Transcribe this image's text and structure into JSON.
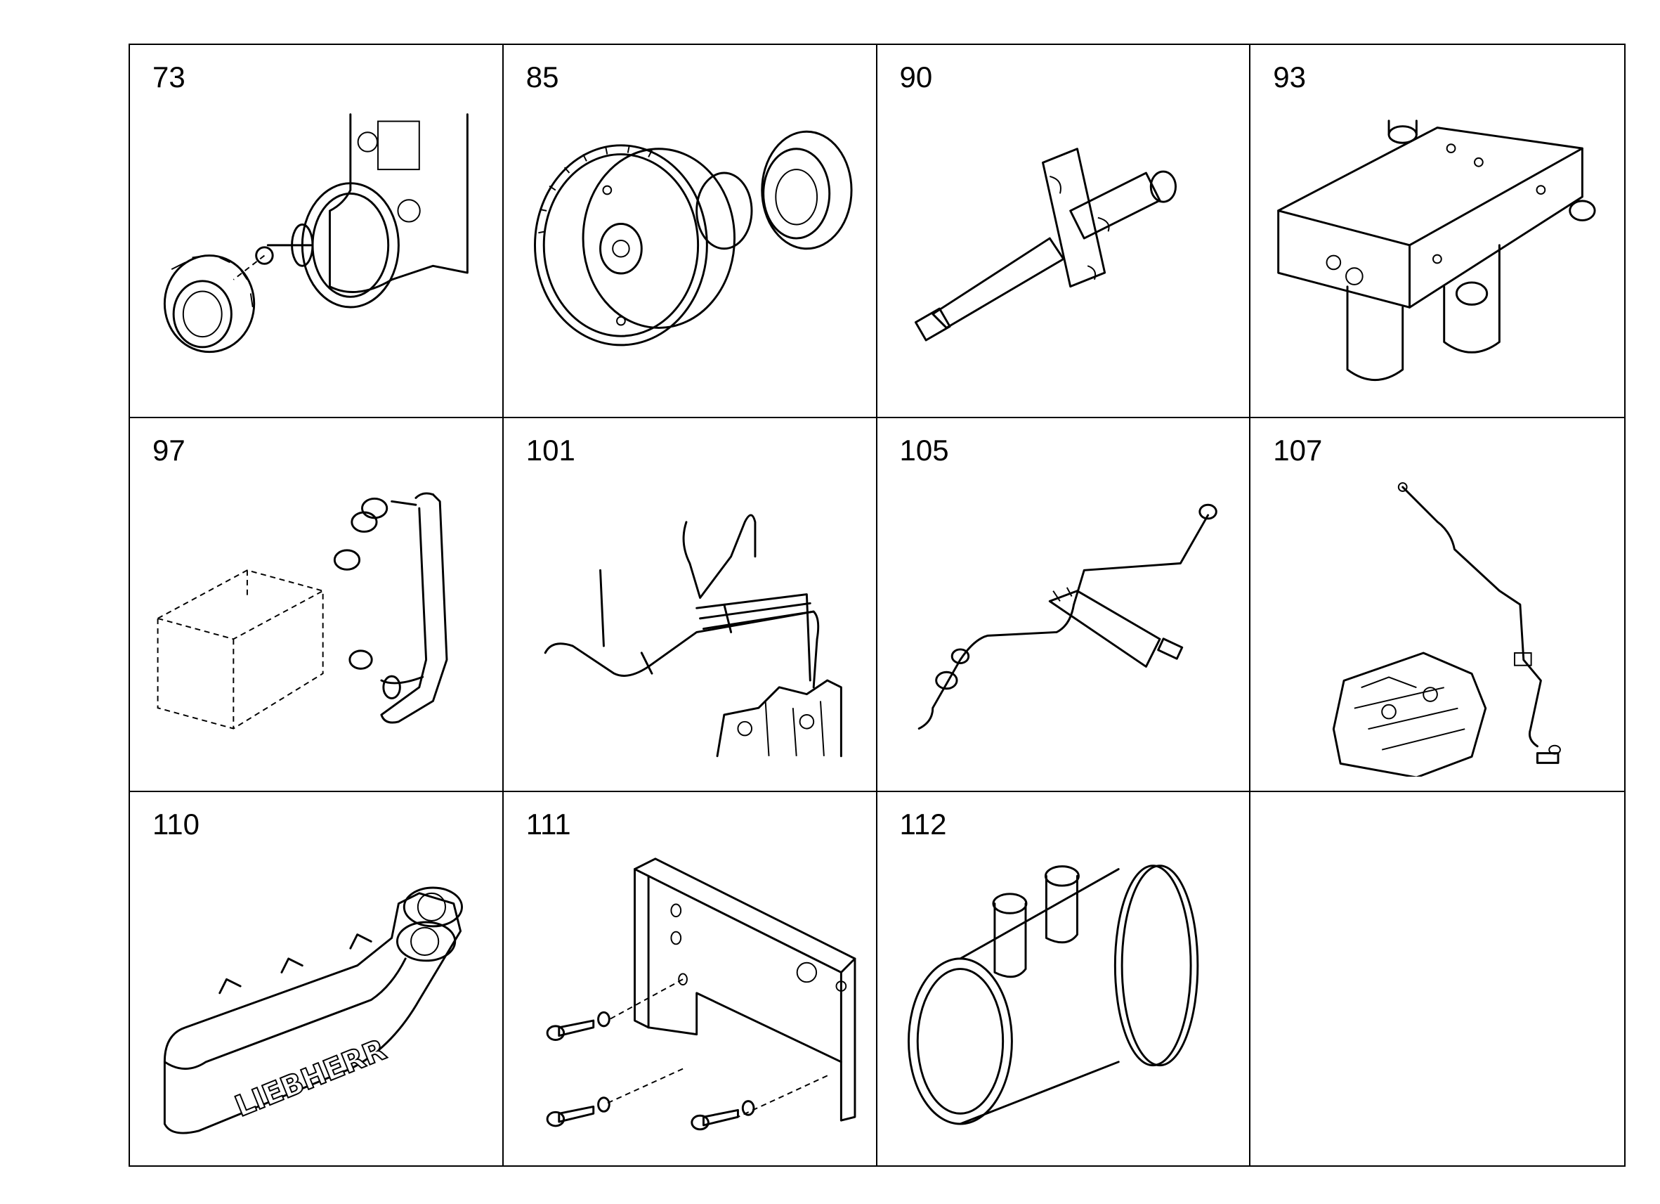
{
  "parts": [
    {
      "number": "73",
      "icon": "pump-gear-icon"
    },
    {
      "number": "85",
      "icon": "timing-gear-icon"
    },
    {
      "number": "90",
      "icon": "injector-icon"
    },
    {
      "number": "93",
      "icon": "valve-block-icon"
    },
    {
      "number": "97",
      "icon": "oil-pipe-icon"
    },
    {
      "number": "101",
      "icon": "injection-lines-icon"
    },
    {
      "number": "105",
      "icon": "fuel-line-icon"
    },
    {
      "number": "107",
      "icon": "pump-line-icon"
    },
    {
      "number": "110",
      "icon": "exhaust-manifold-icon",
      "logo_text": "LIEBHERR"
    },
    {
      "number": "111",
      "icon": "mounting-bracket-icon"
    },
    {
      "number": "112",
      "icon": "hose-adapter-icon"
    },
    {
      "number": "",
      "icon": ""
    }
  ]
}
